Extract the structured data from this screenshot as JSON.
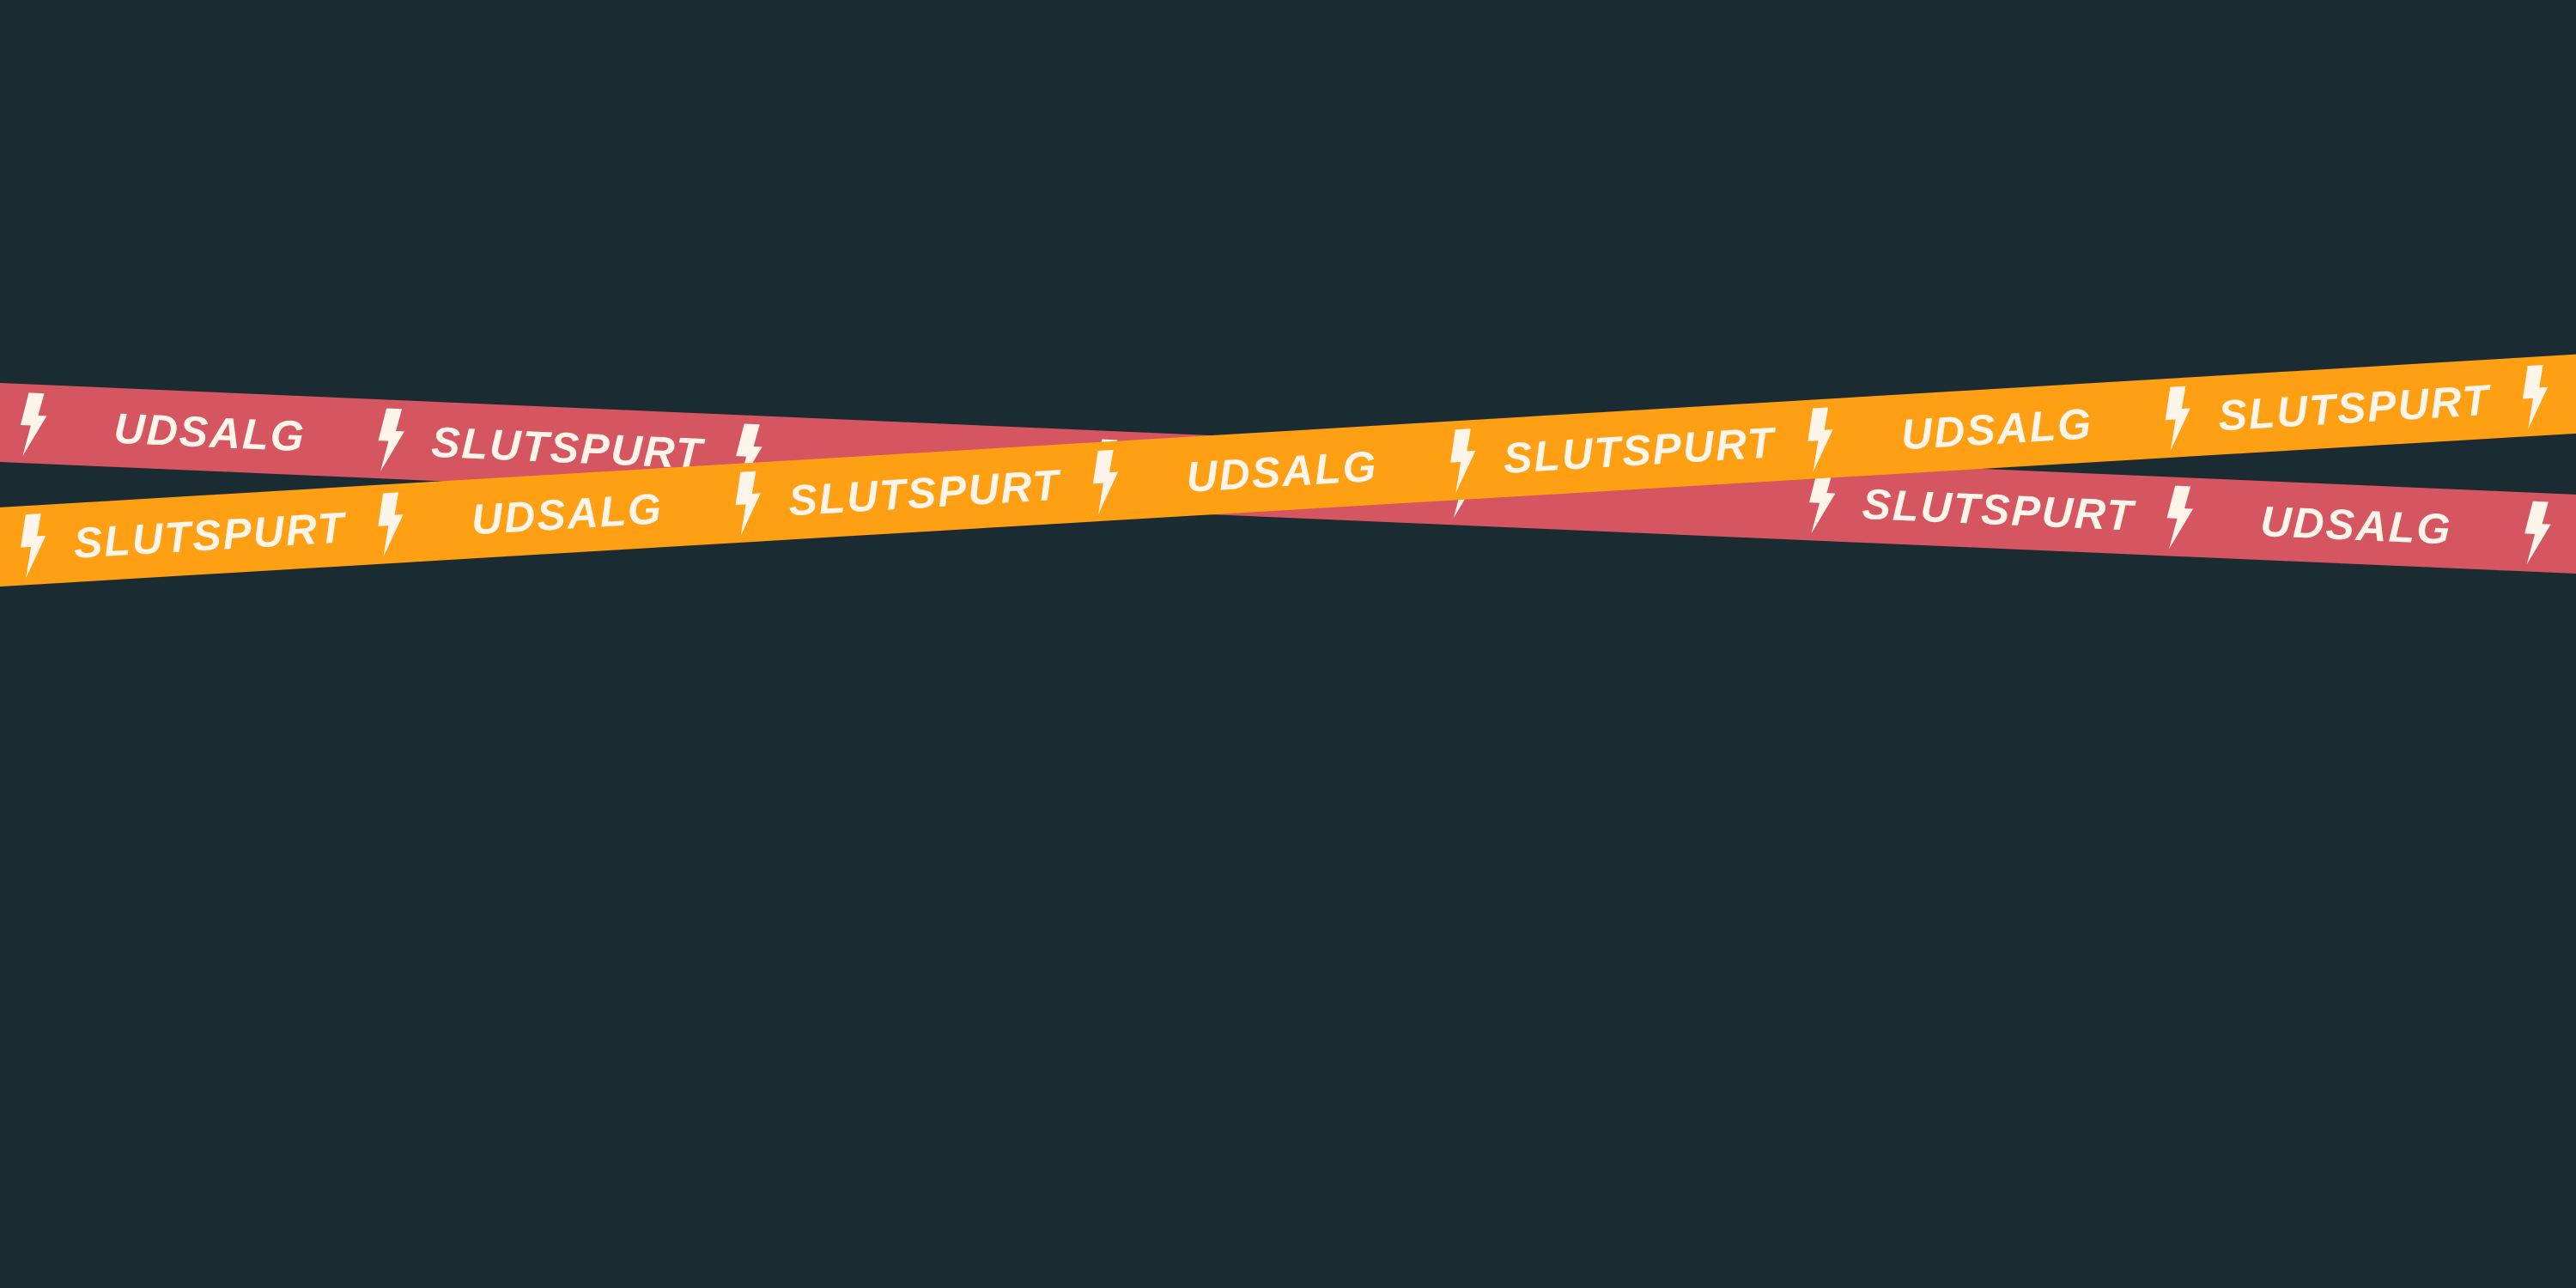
{
  "colors": {
    "background": "#1a2c32",
    "tape_red": "#d55561",
    "tape_orange": "#ff9f13",
    "tape_text": "#fdf4ea"
  },
  "words": {
    "sale": "UDSALG",
    "final_push": "SLUTSPURT"
  },
  "icons": {
    "separator": "lightning-bolt-icon"
  },
  "tapes": [
    {
      "name": "red-tape",
      "color_key": "tape_red",
      "sequence": [
        "sale",
        "final_push"
      ]
    },
    {
      "name": "orange-tape",
      "color_key": "tape_orange",
      "sequence": [
        "final_push",
        "sale"
      ]
    }
  ]
}
